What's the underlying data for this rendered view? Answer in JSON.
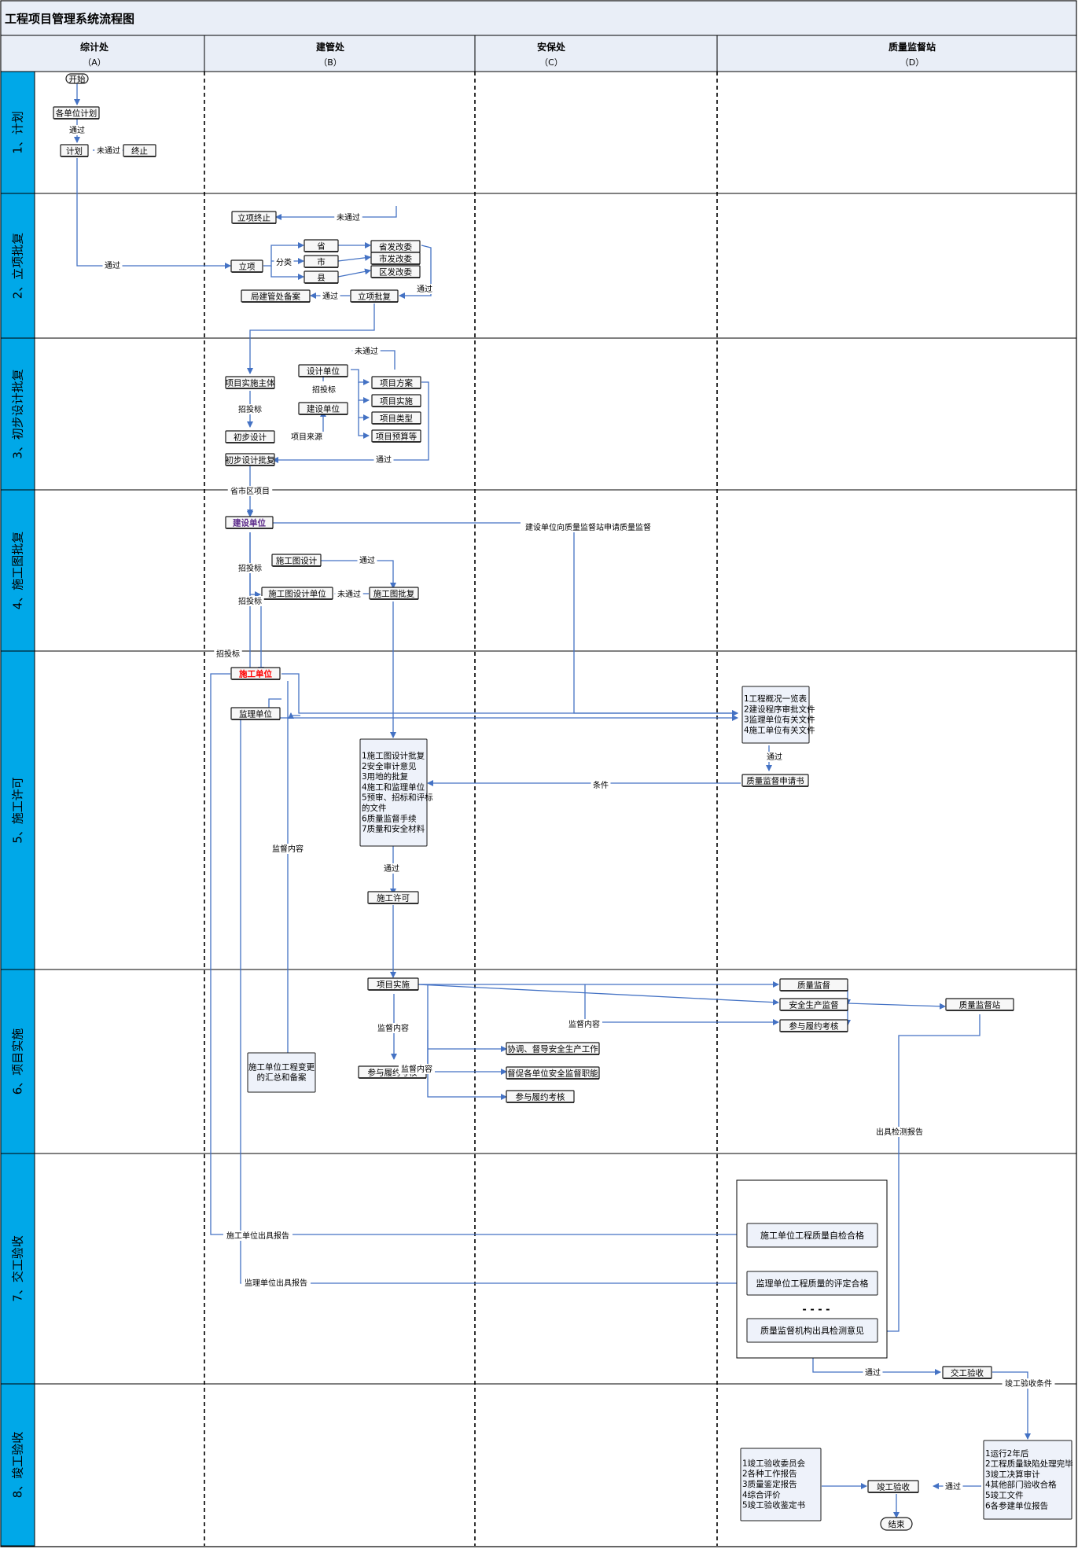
{
  "title": "工程项目管理系统流程图",
  "columns": [
    {
      "name": "综计处",
      "code": "（A）"
    },
    {
      "name": "建管处",
      "code": "（B）"
    },
    {
      "name": "安保处",
      "code": "（C）"
    },
    {
      "name": "质量监督站",
      "code": "（D）"
    }
  ],
  "phases": [
    "1、计划",
    "2、立项批复",
    "3、初步设计批复",
    "4、施工图批复",
    "5、施工许可",
    "6、项目实施",
    "7、交工验收",
    "8、竣工验收"
  ],
  "nodes": [
    {
      "id": "start",
      "text": "开始",
      "shape": "terminal"
    },
    {
      "id": "plan_units",
      "text": "各单位计划"
    },
    {
      "id": "plan",
      "text": "计划"
    },
    {
      "id": "stop",
      "text": "终止"
    },
    {
      "id": "proj_stop",
      "text": "立项终止"
    },
    {
      "id": "lixiang",
      "text": "立项"
    },
    {
      "id": "sheng",
      "text": "省"
    },
    {
      "id": "shi",
      "text": "市"
    },
    {
      "id": "xian",
      "text": "县"
    },
    {
      "id": "shengfg",
      "text": "省发改委"
    },
    {
      "id": "shifg",
      "text": "市发改委"
    },
    {
      "id": "qufg",
      "text": "区发改委"
    },
    {
      "id": "lxpf",
      "text": "立项批复"
    },
    {
      "id": "jgba",
      "text": "局建管处备案"
    },
    {
      "id": "xmss",
      "text": "项目实施主体"
    },
    {
      "id": "sjdw",
      "text": "设计单位"
    },
    {
      "id": "jsdw1",
      "text": "建设单位"
    },
    {
      "id": "xmfa",
      "text": "项目方案"
    },
    {
      "id": "xmss2",
      "text": "项目实施"
    },
    {
      "id": "xmlx",
      "text": "项目类型"
    },
    {
      "id": "xmys",
      "text": "项目预算等"
    },
    {
      "id": "cbsj",
      "text": "初步设计"
    },
    {
      "id": "cbpf",
      "text": "初步设计批复"
    },
    {
      "id": "jsdw2",
      "text": "建设单位",
      "color": "#5b2a8a"
    },
    {
      "id": "sgtsj",
      "text": "施工图设计"
    },
    {
      "id": "sgtdw",
      "text": "施工图设计单位"
    },
    {
      "id": "sgtpf",
      "text": "施工图批复"
    },
    {
      "id": "sgdw",
      "text": "施工单位",
      "color": "#ff0000"
    },
    {
      "id": "jldw",
      "text": "监理单位"
    },
    {
      "id": "docs",
      "lines": [
        "1工程概况一览表",
        "2建设程序审批文件",
        "3监理单位有关文件",
        "4施工单位有关文件"
      ]
    },
    {
      "id": "zlsqs",
      "text": "质量监督申请书"
    },
    {
      "id": "permit_list",
      "lines": [
        "1施工图设计批复",
        "2安全审计意见",
        "3用地的批复",
        "4施工和监理单位",
        "5预审、招标和评标",
        "的文件",
        "6质量监督手续",
        "7质量和安全材料"
      ]
    },
    {
      "id": "sgxk",
      "text": "施工许可"
    },
    {
      "id": "xmss3",
      "text": "项目实施"
    },
    {
      "id": "zljd",
      "text": "质量监督"
    },
    {
      "id": "aqjd",
      "text": "安全生产监督"
    },
    {
      "id": "cyly1",
      "text": "参与履约考核"
    },
    {
      "id": "zljdz",
      "text": "质量监督站"
    },
    {
      "id": "xtdd",
      "text": "协调、督导安全生产工作"
    },
    {
      "id": "dcdw",
      "text": "督促各单位安全监督职能"
    },
    {
      "id": "cyly2",
      "text": "参与履约考核"
    },
    {
      "id": "cyly3",
      "text": "参与履约考核"
    },
    {
      "id": "bgba",
      "lines": [
        "施工单位工程变更",
        "的汇总和备案"
      ]
    },
    {
      "id": "zp1",
      "text": "施工单位工程质量自检合格"
    },
    {
      "id": "zp2",
      "text": "监理单位工程质量的评定合格"
    },
    {
      "id": "ellipsis",
      "text": "- - - -"
    },
    {
      "id": "zp3",
      "text": "质量监督机构出具检测意见"
    },
    {
      "id": "jgys",
      "text": "交工验收"
    },
    {
      "id": "jgwyh",
      "lines": [
        "1竣工验收委员会",
        "2各种工作报告",
        "3质量鉴定报告",
        "4综合评价",
        "5竣工验收鉴定书"
      ]
    },
    {
      "id": "jgys2",
      "text": "竣工验收"
    },
    {
      "id": "cond",
      "lines": [
        "1运行2年后",
        "2工程质量缺陷处理完毕",
        "3竣工决算审计",
        "4其他部门验收合格",
        "5竣工文件",
        "6各参建单位报告"
      ]
    },
    {
      "id": "end",
      "text": "结束",
      "shape": "terminal"
    }
  ],
  "labels": [
    {
      "id": "l1",
      "text": "通过"
    },
    {
      "id": "l2",
      "text": "未通过"
    },
    {
      "id": "l3",
      "text": "通过"
    },
    {
      "id": "l4",
      "text": "未通过"
    },
    {
      "id": "l5",
      "text": "分类"
    },
    {
      "id": "l6",
      "text": "通过"
    },
    {
      "id": "l7",
      "text": "通过"
    },
    {
      "id": "l8",
      "text": "未通过"
    },
    {
      "id": "l9",
      "text": "招投标"
    },
    {
      "id": "l10",
      "text": "招投标"
    },
    {
      "id": "l11",
      "text": "项目来源"
    },
    {
      "id": "l12",
      "text": "通过"
    },
    {
      "id": "l13",
      "text": "省市区项目"
    },
    {
      "id": "l14",
      "text": "建设单位向质量监督站申请质量监督"
    },
    {
      "id": "l15",
      "text": "招投标"
    },
    {
      "id": "l16",
      "text": "通过"
    },
    {
      "id": "l17",
      "text": "未通过"
    },
    {
      "id": "l18",
      "text": "招投标"
    },
    {
      "id": "l19",
      "text": "招投标"
    },
    {
      "id": "l20",
      "text": "通过"
    },
    {
      "id": "l21",
      "text": "条件"
    },
    {
      "id": "l22",
      "text": "监督内容"
    },
    {
      "id": "l23",
      "text": "通过"
    },
    {
      "id": "l24",
      "text": "监督内容"
    },
    {
      "id": "l25",
      "text": "监督内容"
    },
    {
      "id": "l26",
      "text": "监督内容"
    },
    {
      "id": "l27",
      "text": "出具检测报告"
    },
    {
      "id": "l28",
      "text": "施工单位出具报告"
    },
    {
      "id": "l29",
      "text": "监理单位出具报告"
    },
    {
      "id": "l30",
      "text": "通过"
    },
    {
      "id": "l31",
      "text": "竣工验收条件"
    },
    {
      "id": "l32",
      "text": "通过"
    }
  ],
  "colors": {
    "line": "#4472c4",
    "lane_label_bg": "#00a8e8",
    "title_bg": "#e9eef7",
    "node_fill": "#eef2fa"
  }
}
